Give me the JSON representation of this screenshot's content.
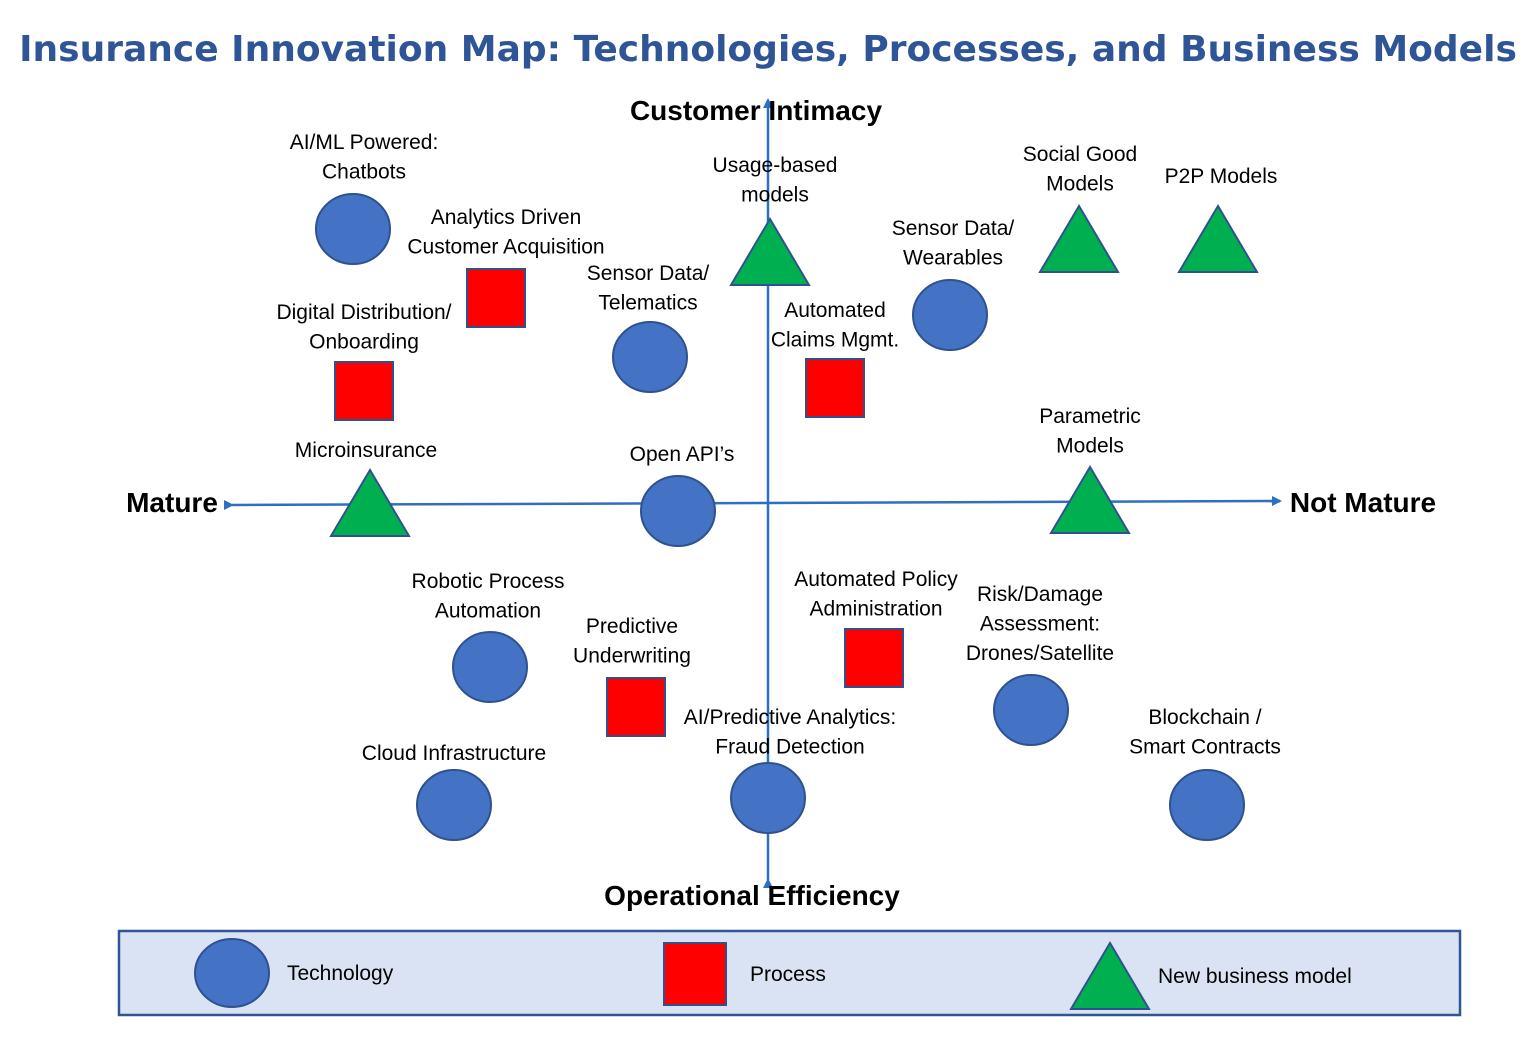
{
  "title": "Insurance Innovation Map: Technologies, Processes, and Business Models",
  "axes": {
    "top": "Customer Intimacy",
    "bottom": "Operational Efficiency",
    "left": "Mature",
    "right": "Not Mature"
  },
  "colors": {
    "title": "#2f5597",
    "axis": "#2e6fc2",
    "technology": "#4472c4",
    "process": "#ff0000",
    "business_model": "#00b050",
    "shape_outline": "#2f528f",
    "legend_bg": "#dae3f3",
    "legend_border": "#2f5597"
  },
  "items": [
    {
      "id": "ai-ml-chatbots",
      "type": "technology",
      "label": [
        "AI/ML Powered:",
        "Chatbots"
      ]
    },
    {
      "id": "analytics-customer-acquisition",
      "type": "process",
      "label": [
        "Analytics Driven",
        "Customer Acquisition"
      ]
    },
    {
      "id": "digital-distribution",
      "type": "process",
      "label": [
        "Digital Distribution/",
        "Onboarding"
      ]
    },
    {
      "id": "sensor-telematics",
      "type": "technology",
      "label": [
        "Sensor Data/",
        "Telematics"
      ]
    },
    {
      "id": "usage-based-models",
      "type": "business_model",
      "label": [
        "Usage-based",
        "models"
      ]
    },
    {
      "id": "automated-claims",
      "type": "process",
      "label": [
        "Automated",
        "Claims Mgmt."
      ]
    },
    {
      "id": "sensor-wearables",
      "type": "technology",
      "label": [
        "Sensor Data/",
        "Wearables"
      ]
    },
    {
      "id": "social-good-models",
      "type": "business_model",
      "label": [
        "Social Good",
        "Models"
      ]
    },
    {
      "id": "p2p-models",
      "type": "business_model",
      "label": [
        "P2P Models"
      ]
    },
    {
      "id": "microinsurance",
      "type": "business_model",
      "label": [
        "Microinsurance"
      ]
    },
    {
      "id": "open-apis",
      "type": "technology",
      "label": [
        "Open API’s"
      ]
    },
    {
      "id": "parametric-models",
      "type": "business_model",
      "label": [
        "Parametric",
        "Models"
      ]
    },
    {
      "id": "robotic-process-automation",
      "type": "technology",
      "label": [
        "Robotic Process",
        "Automation"
      ]
    },
    {
      "id": "predictive-underwriting",
      "type": "process",
      "label": [
        "Predictive",
        "Underwriting"
      ]
    },
    {
      "id": "automated-policy-admin",
      "type": "process",
      "label": [
        "Automated Policy",
        "Administration"
      ]
    },
    {
      "id": "risk-damage-assessment",
      "type": "technology",
      "label": [
        "Risk/Damage",
        "Assessment:",
        "Drones/Satellite"
      ]
    },
    {
      "id": "ai-fraud-detection",
      "type": "technology",
      "label": [
        "AI/Predictive Analytics:",
        "Fraud Detection"
      ]
    },
    {
      "id": "cloud-infrastructure",
      "type": "technology",
      "label": [
        "Cloud Infrastructure"
      ]
    },
    {
      "id": "blockchain-smart-contracts",
      "type": "technology",
      "label": [
        "Blockchain /",
        "Smart Contracts"
      ]
    }
  ],
  "legend": [
    {
      "type": "technology",
      "label": "Technology"
    },
    {
      "type": "process",
      "label": "Process"
    },
    {
      "type": "business_model",
      "label": "New business model"
    }
  ]
}
